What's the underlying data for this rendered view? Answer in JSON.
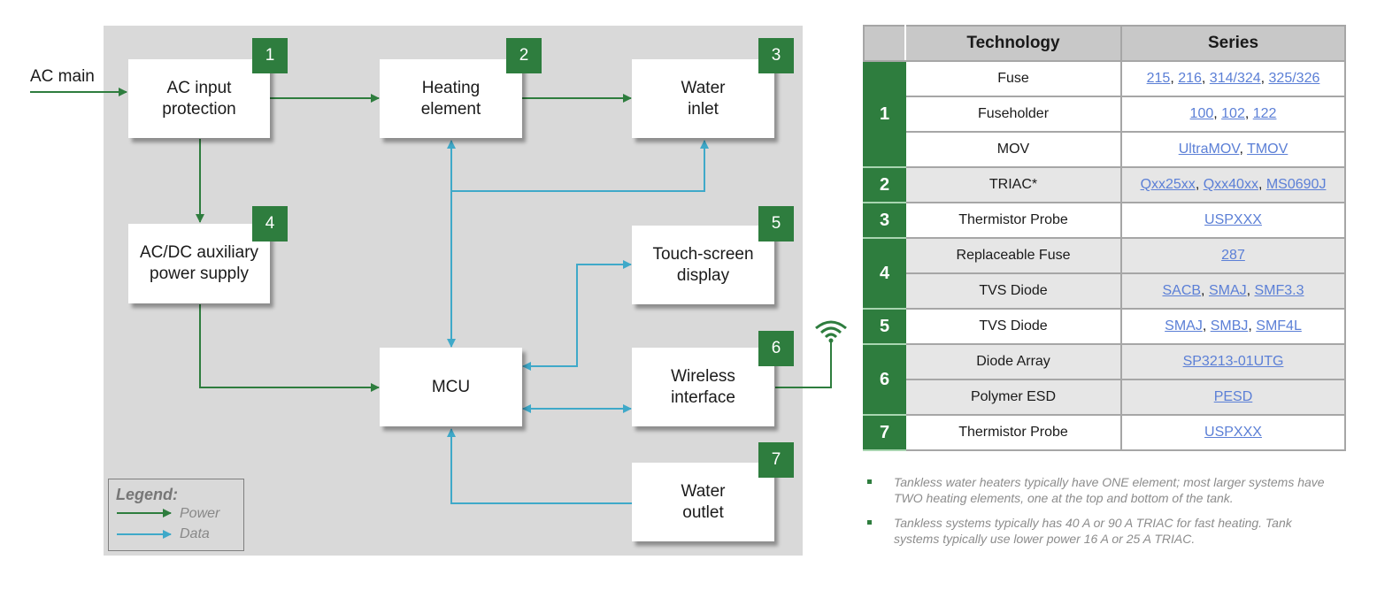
{
  "diagram": {
    "input_label": "AC main",
    "blocks": [
      {
        "id": "ac-input",
        "label": "AC input\nprotection",
        "badge": "1"
      },
      {
        "id": "heating",
        "label": "Heating\nelement",
        "badge": "2"
      },
      {
        "id": "water-inlet",
        "label": "Water\ninlet",
        "badge": "3"
      },
      {
        "id": "acdc",
        "label": "AC/DC auxiliary\npower supply",
        "badge": "4"
      },
      {
        "id": "touch",
        "label": "Touch-screen\ndisplay",
        "badge": "5"
      },
      {
        "id": "mcu",
        "label": "MCU",
        "badge": ""
      },
      {
        "id": "wireless",
        "label": "Wireless\ninterface",
        "badge": "6"
      },
      {
        "id": "water-outlet",
        "label": "Water\noutlet",
        "badge": "7"
      }
    ],
    "legend": {
      "title": "Legend:",
      "items": [
        {
          "label": "Power",
          "color": "#2e7d3e"
        },
        {
          "label": "Data",
          "color": "#3fa9c9"
        }
      ]
    },
    "colors": {
      "power": "#2e7d3e",
      "data": "#3fa9c9",
      "badge": "#2e7d3e"
    }
  },
  "table": {
    "headers": [
      "",
      "Technology",
      "Series"
    ],
    "rows": [
      {
        "index": "1",
        "span": 3,
        "technology": "Fuse",
        "series": [
          "215",
          "216",
          "314/324",
          "325/326"
        ],
        "shade": "white"
      },
      {
        "index": "",
        "span": 0,
        "technology": "Fuseholder",
        "series": [
          "100",
          "102",
          "122"
        ],
        "shade": "white"
      },
      {
        "index": "",
        "span": 0,
        "technology": "MOV",
        "series": [
          "UltraMOV",
          "TMOV"
        ],
        "shade": "white"
      },
      {
        "index": "2",
        "span": 1,
        "technology": "TRIAC*",
        "series": [
          "Qxx25xx",
          "Qxx40xx",
          "MS0690J"
        ],
        "shade": "shaded"
      },
      {
        "index": "3",
        "span": 1,
        "technology": "Thermistor Probe",
        "series": [
          "USPXXX"
        ],
        "shade": "white"
      },
      {
        "index": "4",
        "span": 2,
        "technology": "Replaceable Fuse",
        "series": [
          "287"
        ],
        "shade": "shaded"
      },
      {
        "index": "",
        "span": 0,
        "technology": "TVS Diode",
        "series": [
          "SACB",
          "SMAJ",
          "SMF3.3"
        ],
        "shade": "shaded"
      },
      {
        "index": "5",
        "span": 1,
        "technology": "TVS Diode",
        "series": [
          "SMAJ",
          "SMBJ",
          "SMF4L"
        ],
        "shade": "white"
      },
      {
        "index": "6",
        "span": 2,
        "technology": "Diode Array",
        "series": [
          "SP3213-01UTG"
        ],
        "shade": "shaded"
      },
      {
        "index": "",
        "span": 0,
        "technology": "Polymer ESD",
        "series": [
          "PESD"
        ],
        "shade": "shaded"
      },
      {
        "index": "7",
        "span": 1,
        "technology": "Thermistor Probe",
        "series": [
          "USPXXX"
        ],
        "shade": "white"
      }
    ]
  },
  "notes": [
    "Tankless water heaters typically have ONE element;  most larger systems have TWO heating elements,  one at the top and bottom of the tank.",
    "Tankless systems typically has 40 A or 90 A TRIAC for fast heating. Tank systems typically use lower power 16 A or 25 A TRIAC."
  ]
}
